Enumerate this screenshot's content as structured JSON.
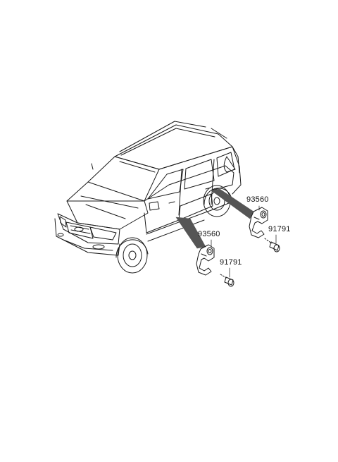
{
  "parts": [
    {
      "id": "sw-front",
      "number": "93560"
    },
    {
      "id": "sw-rear",
      "number": "93560"
    },
    {
      "id": "scr-front",
      "number": "91791"
    },
    {
      "id": "scr-rear",
      "number": "91791"
    }
  ],
  "colors": {
    "line": "#1a1a1a",
    "leader": "#333333",
    "pointer_band": "#555555"
  },
  "icons": [
    "suv-vehicle-icon",
    "door-switch-icon",
    "screw-icon"
  ]
}
